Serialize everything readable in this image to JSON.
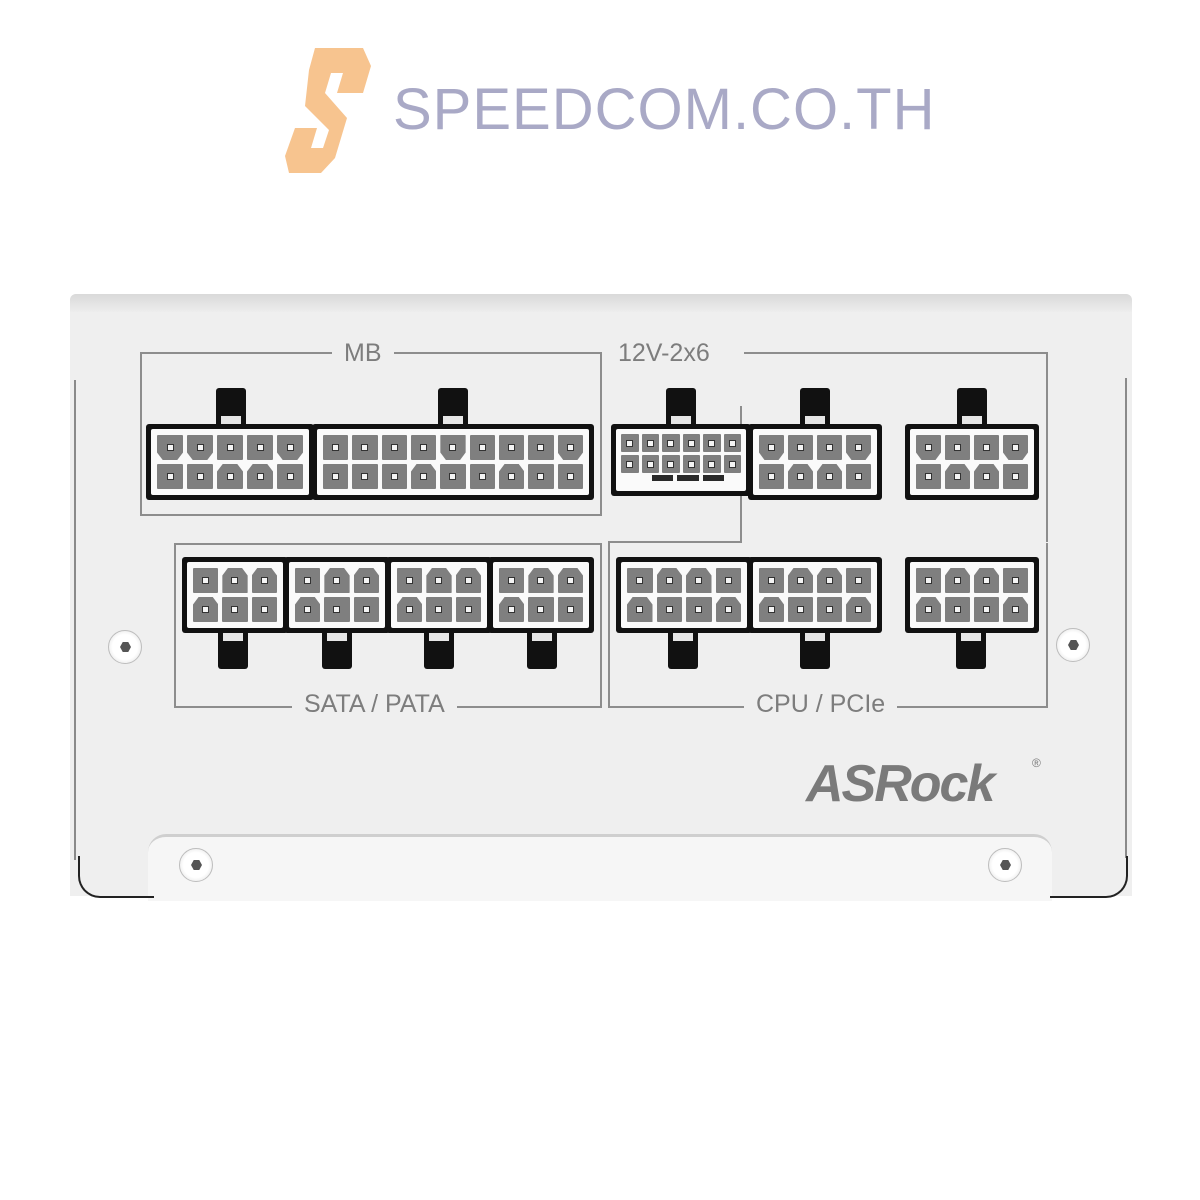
{
  "watermark": {
    "logo_icon": "speedcom-s-icon",
    "text": "SPEEDCOM.CO.TH",
    "logo_color": "#f7c48f",
    "text_color": "#a9a9c6"
  },
  "product": {
    "brand": "ASRock",
    "brand_mark": "®",
    "description": "Modular PSU rear connector panel",
    "groups": [
      {
        "label": "MB",
        "connectors": [
          "20-pin",
          "2x5 (24-pin split)",
          "2x9"
        ]
      },
      {
        "label": "12V-2x6",
        "connectors": [
          "12V-2x6"
        ]
      },
      {
        "label": "SATA / PATA",
        "connectors": [
          "2x3",
          "2x3",
          "2x3",
          "2x3"
        ]
      },
      {
        "label": "CPU / PCIe",
        "connectors": [
          "2x4",
          "2x4",
          "2x4",
          "2x4",
          "2x4"
        ]
      }
    ]
  }
}
